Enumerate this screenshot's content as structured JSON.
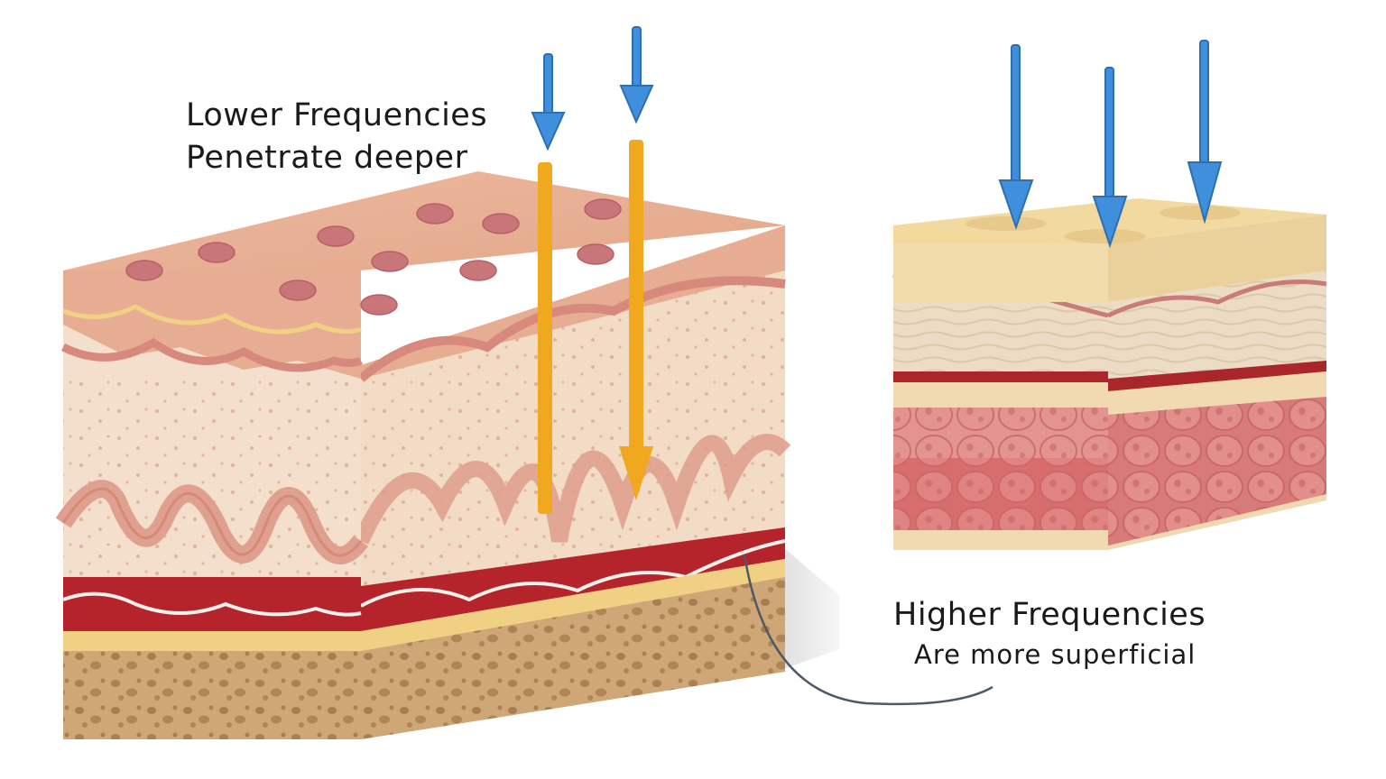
{
  "labels": {
    "lower_frequencies_line1": "Lower Frequencies",
    "lower_frequencies_line2": "Penetrate deeper",
    "higher_frequencies_line1": "Higher Frequencies",
    "higher_frequencies_line2": "Are more superficial"
  },
  "colors": {
    "background": "#ffffff",
    "surface_skin": "#e8b195",
    "pore": "#c9767a",
    "dermis": "#f3dcc6",
    "papillae_line": "#d8897e",
    "blood_layer": "#b4242a",
    "subcutis": "#c9a070",
    "low_freq_arrow": "#f0a81e",
    "high_freq_arrow": "#3f8fdc",
    "right_block_top": "#f1d9a0",
    "right_block_muscle": "#d87a78"
  },
  "icons": {
    "low_frequency_arrows": "down-arrow-icon",
    "high_frequency_arrows": "down-arrow-icon"
  }
}
